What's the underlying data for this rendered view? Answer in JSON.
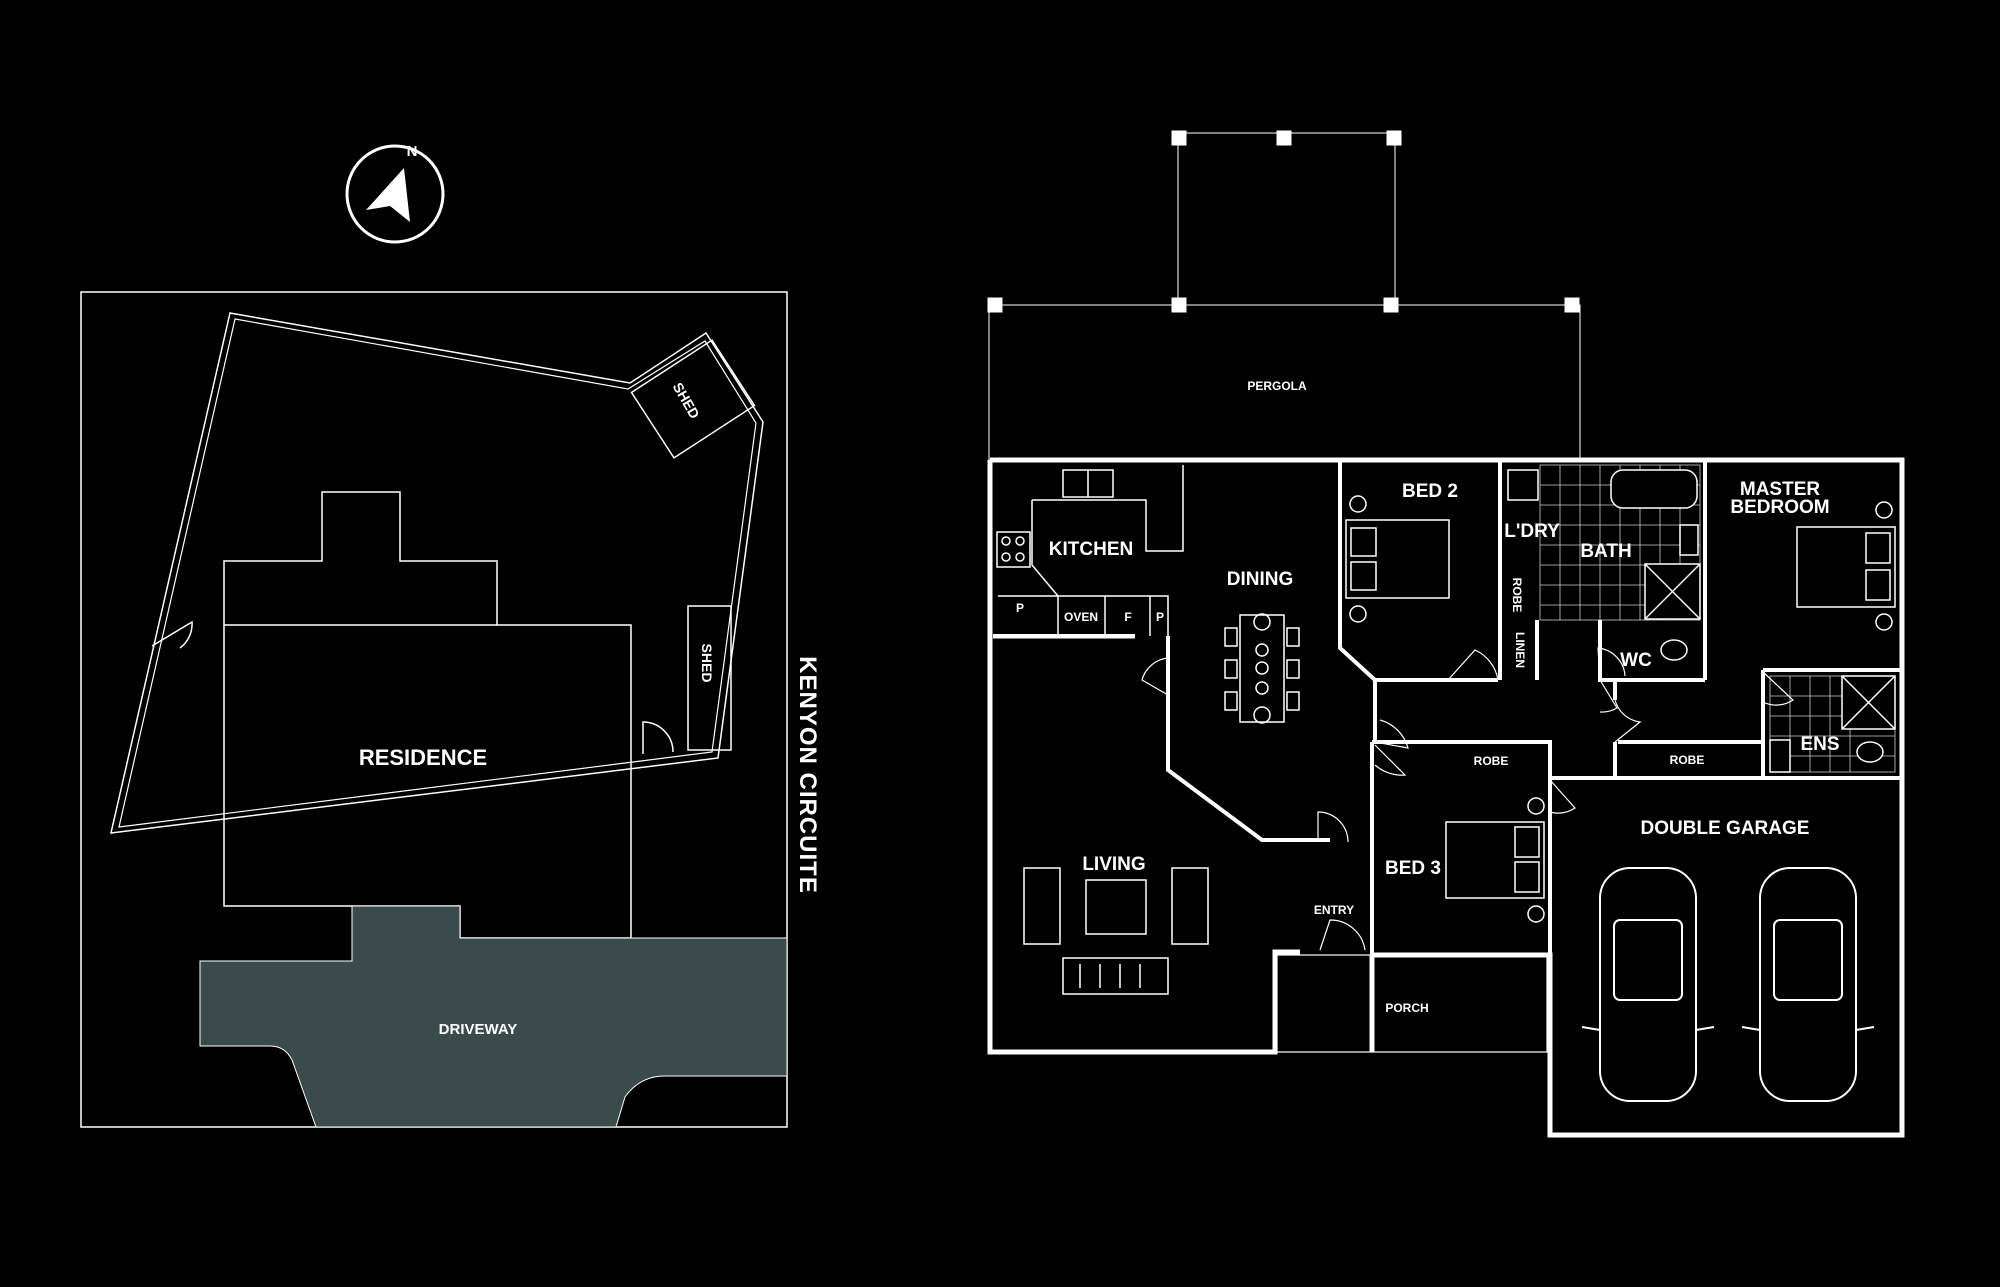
{
  "site_plan": {
    "north_label": "N",
    "street": "KENYON CIRCUITE",
    "residence": "RESIDENCE",
    "driveway": "DRIVEWAY",
    "shed_a": "SHED",
    "shed_b": "SHED",
    "colors": {
      "driveway_fill": "#3b4a4a",
      "lines": "#ffffff",
      "background": "#000000"
    }
  },
  "floor_plan": {
    "rooms": {
      "pergola": "PERGOLA",
      "kitchen": "KITCHEN",
      "dining": "DINING",
      "bed2": "BED 2",
      "laundry": "L'DRY",
      "bath": "BATH",
      "master_line1": "MASTER",
      "master_line2": "BEDROOM",
      "robe_vertical": "ROBE",
      "linen": "LINEN",
      "wc": "WC",
      "robe_bed3": "ROBE",
      "robe_master": "ROBE",
      "ens": "ENS",
      "living": "LIVING",
      "bed3": "BED 3",
      "entry": "ENTRY",
      "porch": "PORCH",
      "garage": "DOUBLE GARAGE"
    },
    "kitchen_fixtures": {
      "pantry_a": "P",
      "oven": "OVEN",
      "fridge": "F",
      "pantry_b": "P"
    }
  }
}
